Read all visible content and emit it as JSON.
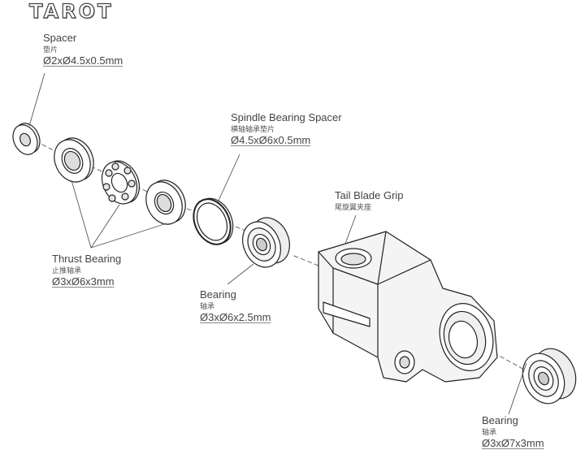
{
  "brand": {
    "logo_text": "TAROT"
  },
  "parts": {
    "spacer": {
      "name": "Spacer",
      "name_cn": "垫片",
      "size": "Ø2xØ4.5x0.5mm"
    },
    "spindle": {
      "name": "Spindle Bearing Spacer",
      "name_cn": "横轴轴承垫片",
      "size": "Ø4.5xØ6x0.5mm"
    },
    "grip": {
      "name": "Tail Blade Grip",
      "name_cn": "尾旋翼夹座"
    },
    "thrust": {
      "name": "Thrust Bearing",
      "name_cn": "止推轴承",
      "size": "Ø3xØ6x3mm"
    },
    "bearing_small": {
      "name": "Bearing",
      "name_cn": "轴承",
      "size": "Ø3xØ6x2.5mm"
    },
    "bearing_large": {
      "name": "Bearing",
      "name_cn": "轴承",
      "size": "Ø3xØ7x3mm"
    }
  }
}
